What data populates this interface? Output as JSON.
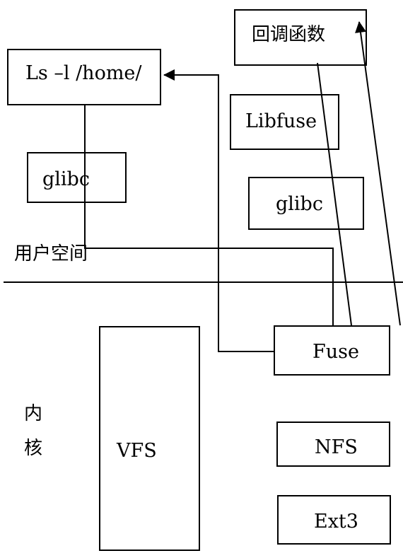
{
  "diagram": {
    "nodes": {
      "callback": "回调函数",
      "ls_command": "Ls –l /home/",
      "libfuse": "Libfuse",
      "glibc_left": "glibc",
      "glibc_right": "glibc",
      "vfs": "VFS",
      "fuse": "Fuse",
      "nfs": "NFS",
      "ext3": "Ext3"
    },
    "regions": {
      "user_space": "用户空间",
      "kernel_line1": "内",
      "kernel_line2": "核"
    }
  }
}
